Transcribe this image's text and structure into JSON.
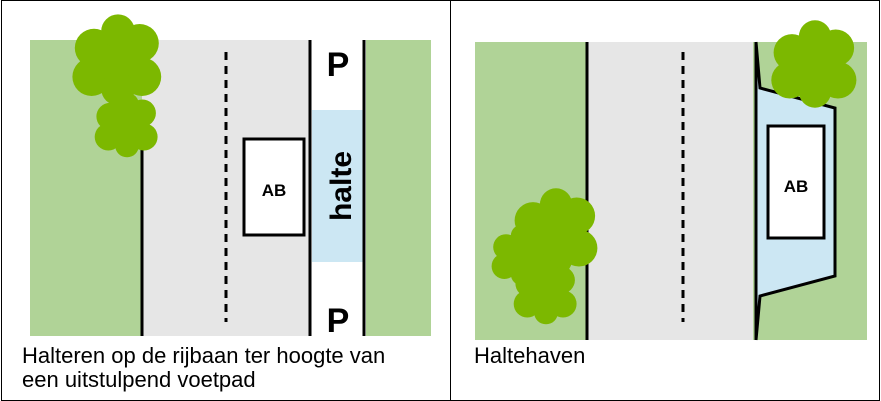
{
  "panels": [
    {
      "caption": "Halteren op de rijbaan ter hoogte van een uitstulpend voetpad",
      "labels": {
        "parking_top": "P",
        "parking_bottom": "P",
        "stop": "halte",
        "bus": "AB"
      }
    },
    {
      "caption": "Haltehaven",
      "labels": {
        "bus": "AB"
      }
    }
  ],
  "colors": {
    "grass": "#b0d397",
    "road": "#e6e6e6",
    "stop_area": "#cce7f3",
    "tree": "#7cb800",
    "outline": "#000000",
    "bus_fill": "#ffffff"
  }
}
